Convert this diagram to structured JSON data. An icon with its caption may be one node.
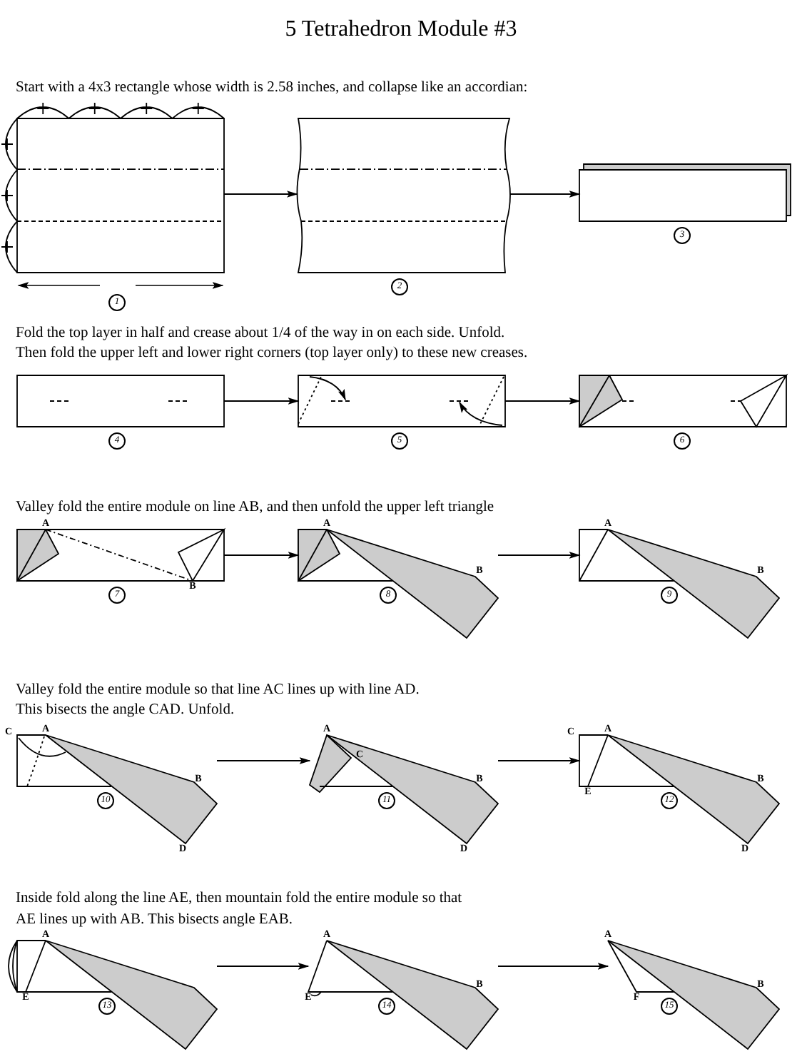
{
  "diagram": {
    "title": "5 Tetrahedron Module #3",
    "nodes": [
      {
        "text": [],
        "shape": "picture",
        "beside": [
          "1"
        ]
      },
      {
        "text": [],
        "shape": "picture",
        "beside": [
          "2"
        ]
      },
      {
        "text": [],
        "shape": "box",
        "beside": [
          "3"
        ]
      },
      {
        "text": [],
        "shape": "picture",
        "beside": [
          "4"
        ]
      },
      {
        "text": [],
        "shape": "picture",
        "beside": [
          "5"
        ]
      },
      {
        "text": [],
        "shape": "picture",
        "beside": [
          "6"
        ]
      },
      {
        "text": [],
        "shape": "picture",
        "beside": [
          "7"
        ]
      },
      {
        "text": [],
        "shape": "picture",
        "beside": [
          "8"
        ]
      },
      {
        "text": [],
        "shape": "picture",
        "beside": [
          "9"
        ]
      },
      {
        "text": [],
        "shape": "picture",
        "beside": [
          "10"
        ]
      },
      {
        "text": [],
        "shape": "picture",
        "beside": [
          "11"
        ]
      },
      {
        "text": [],
        "shape": "picture",
        "beside": [
          "12"
        ]
      },
      {
        "text": [],
        "shape": "picture",
        "beside": [
          "13"
        ]
      },
      {
        "text": [],
        "shape": "picture",
        "beside": [
          "14"
        ]
      },
      {
        "text": [],
        "shape": "picture",
        "beside": [
          "15"
        ]
      }
    ],
    "edges": [
      {
        "from": 0,
        "to": 1,
        "arrow": "to"
      },
      {
        "from": 1,
        "to": 2,
        "arrow": "to"
      },
      {
        "from": 3,
        "to": 4,
        "arrow": "to"
      },
      {
        "from": 4,
        "to": 5,
        "arrow": "to"
      },
      {
        "from": 6,
        "to": 7,
        "arrow": "to"
      },
      {
        "from": 7,
        "to": 8,
        "arrow": "to"
      },
      {
        "from": 9,
        "to": 10,
        "arrow": "to"
      },
      {
        "from": 10,
        "to": 11,
        "arrow": "to"
      },
      {
        "from": 12,
        "to": 13,
        "arrow": "to"
      },
      {
        "from": 13,
        "to": 14,
        "arrow": "to"
      }
    ],
    "labels": [
      "Start with a 4x3 rectangle whose width is 2.58 inches, and collapse like an accordian:",
      "Fold the top layer in half and crease about 1/4 of the way in on each side. Unfold.",
      "Then fold the upper left and lower right corners (top layer only) to these new creases.",
      "Valley fold the entire module on line AB, and then unfold the upper left triangle",
      "A",
      "B",
      "A",
      "B",
      "A",
      "B",
      "Valley fold the entire module so that line AC lines up with line AD.",
      "This bisects the angle CAD. Unfold.",
      "C",
      "A",
      "B",
      "D",
      "A",
      "C",
      "B",
      "D",
      "C",
      "A",
      "B",
      "E",
      "D",
      "Inside fold along the line AE, then mountain fold the entire module so that",
      "AE lines up with AB. This bisects angle EAB.",
      "A",
      "E",
      "A",
      "B",
      "E",
      "A",
      "B",
      "F"
    ]
  }
}
